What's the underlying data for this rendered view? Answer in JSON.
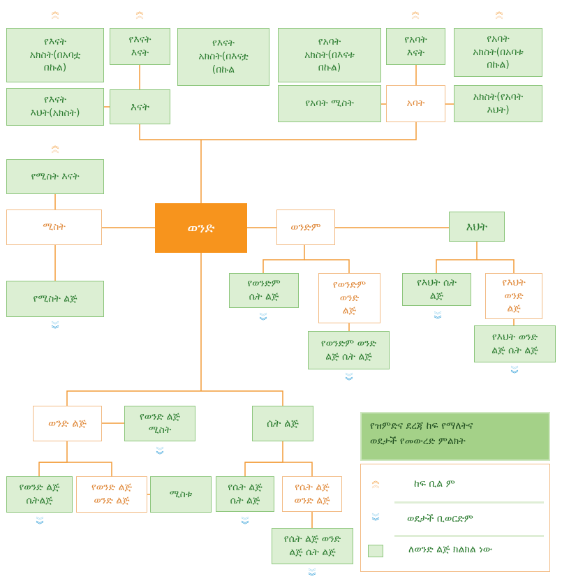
{
  "center": "ወንድ",
  "mother_side": {
    "mothers_mothers_sister": "የእናት\nአክስት(በአባቷ\nበኩል)",
    "mothers_mother": "የእናት\nእናት",
    "mothers_fathers_sister": "የእናት\nአክስት(በእናቷ\n(በኩል",
    "mothers_sister": "የእናት\nእህት(አክስት)",
    "mother": "እናት"
  },
  "father_side": {
    "fathers_mothers_sister": "የአባት\nአክስት(በእናቱ\nበኩል)",
    "fathers_mother": "የአባት\nእናት",
    "fathers_fathers_sister": "የአባት\nአክስት(በአባቱ\nበኩል)",
    "fathers_wife": "የአባት ሚስት",
    "father": "አባት",
    "fathers_sister": "አክስት(የአባት\nእህት)"
  },
  "wife_side": {
    "wifes_mother": "የሚስት እናት",
    "wife": "ሚስት",
    "wifes_child": "የሚስት ልጅ"
  },
  "siblings": {
    "brother": "ወንድም",
    "brothers_daughter": "የወንድም\nሴት ልጅ",
    "brothers_son": "የወንድም\nወንድ\nልጅ",
    "brothers_sons_daughter": "የወንድም ወንድ\nልጅ ሴት ልጅ",
    "sister": "እህት",
    "sisters_daughter": "የእህት ሴት\nልጅ",
    "sisters_son": "የእህት\nወንድ\nልጅ",
    "sisters_sons_daughter": "የእህት ወንድ\nልጅ ሴት ልጅ"
  },
  "children": {
    "son": "ወንድ ልጅ",
    "sons_wife": "የወንድ ልጅ\nሚስት",
    "daughter": "ሴት ልጅ",
    "sons_daughter": "የወንድ ልጅ\nሴትልጅ",
    "sons_son": "የወንድ ልጅ\nወንድ ልጅ",
    "sons_sons_wife": "ሚስቱ",
    "daughters_daughter": "የሴት ልጅ\nሴት ልጅ",
    "daughters_son": "የሴት ልጅ\nወንድ ልጅ",
    "daughters_sons_daughter": "የሴት ልጅ ወንድ\nልጅ ሴት ልጅ"
  },
  "legend": {
    "title": "የዝምድና ደረጃ  ከፍ የማለትና\nወደታች የመውረድ ምልክት",
    "up_label": "ከፍ ቢል ም",
    "down_label": "ወደታች ቢወርድም",
    "box_label": "ለወንድ ልጅ ክልክል ነው"
  },
  "colors": {
    "center_orange": "#f7941d",
    "green_fill": "#dcefd3",
    "green_border": "#8bc57a",
    "orange_border": "#f2ba83",
    "line": "#f29b38",
    "arrow_blue": "#1e95d4"
  }
}
